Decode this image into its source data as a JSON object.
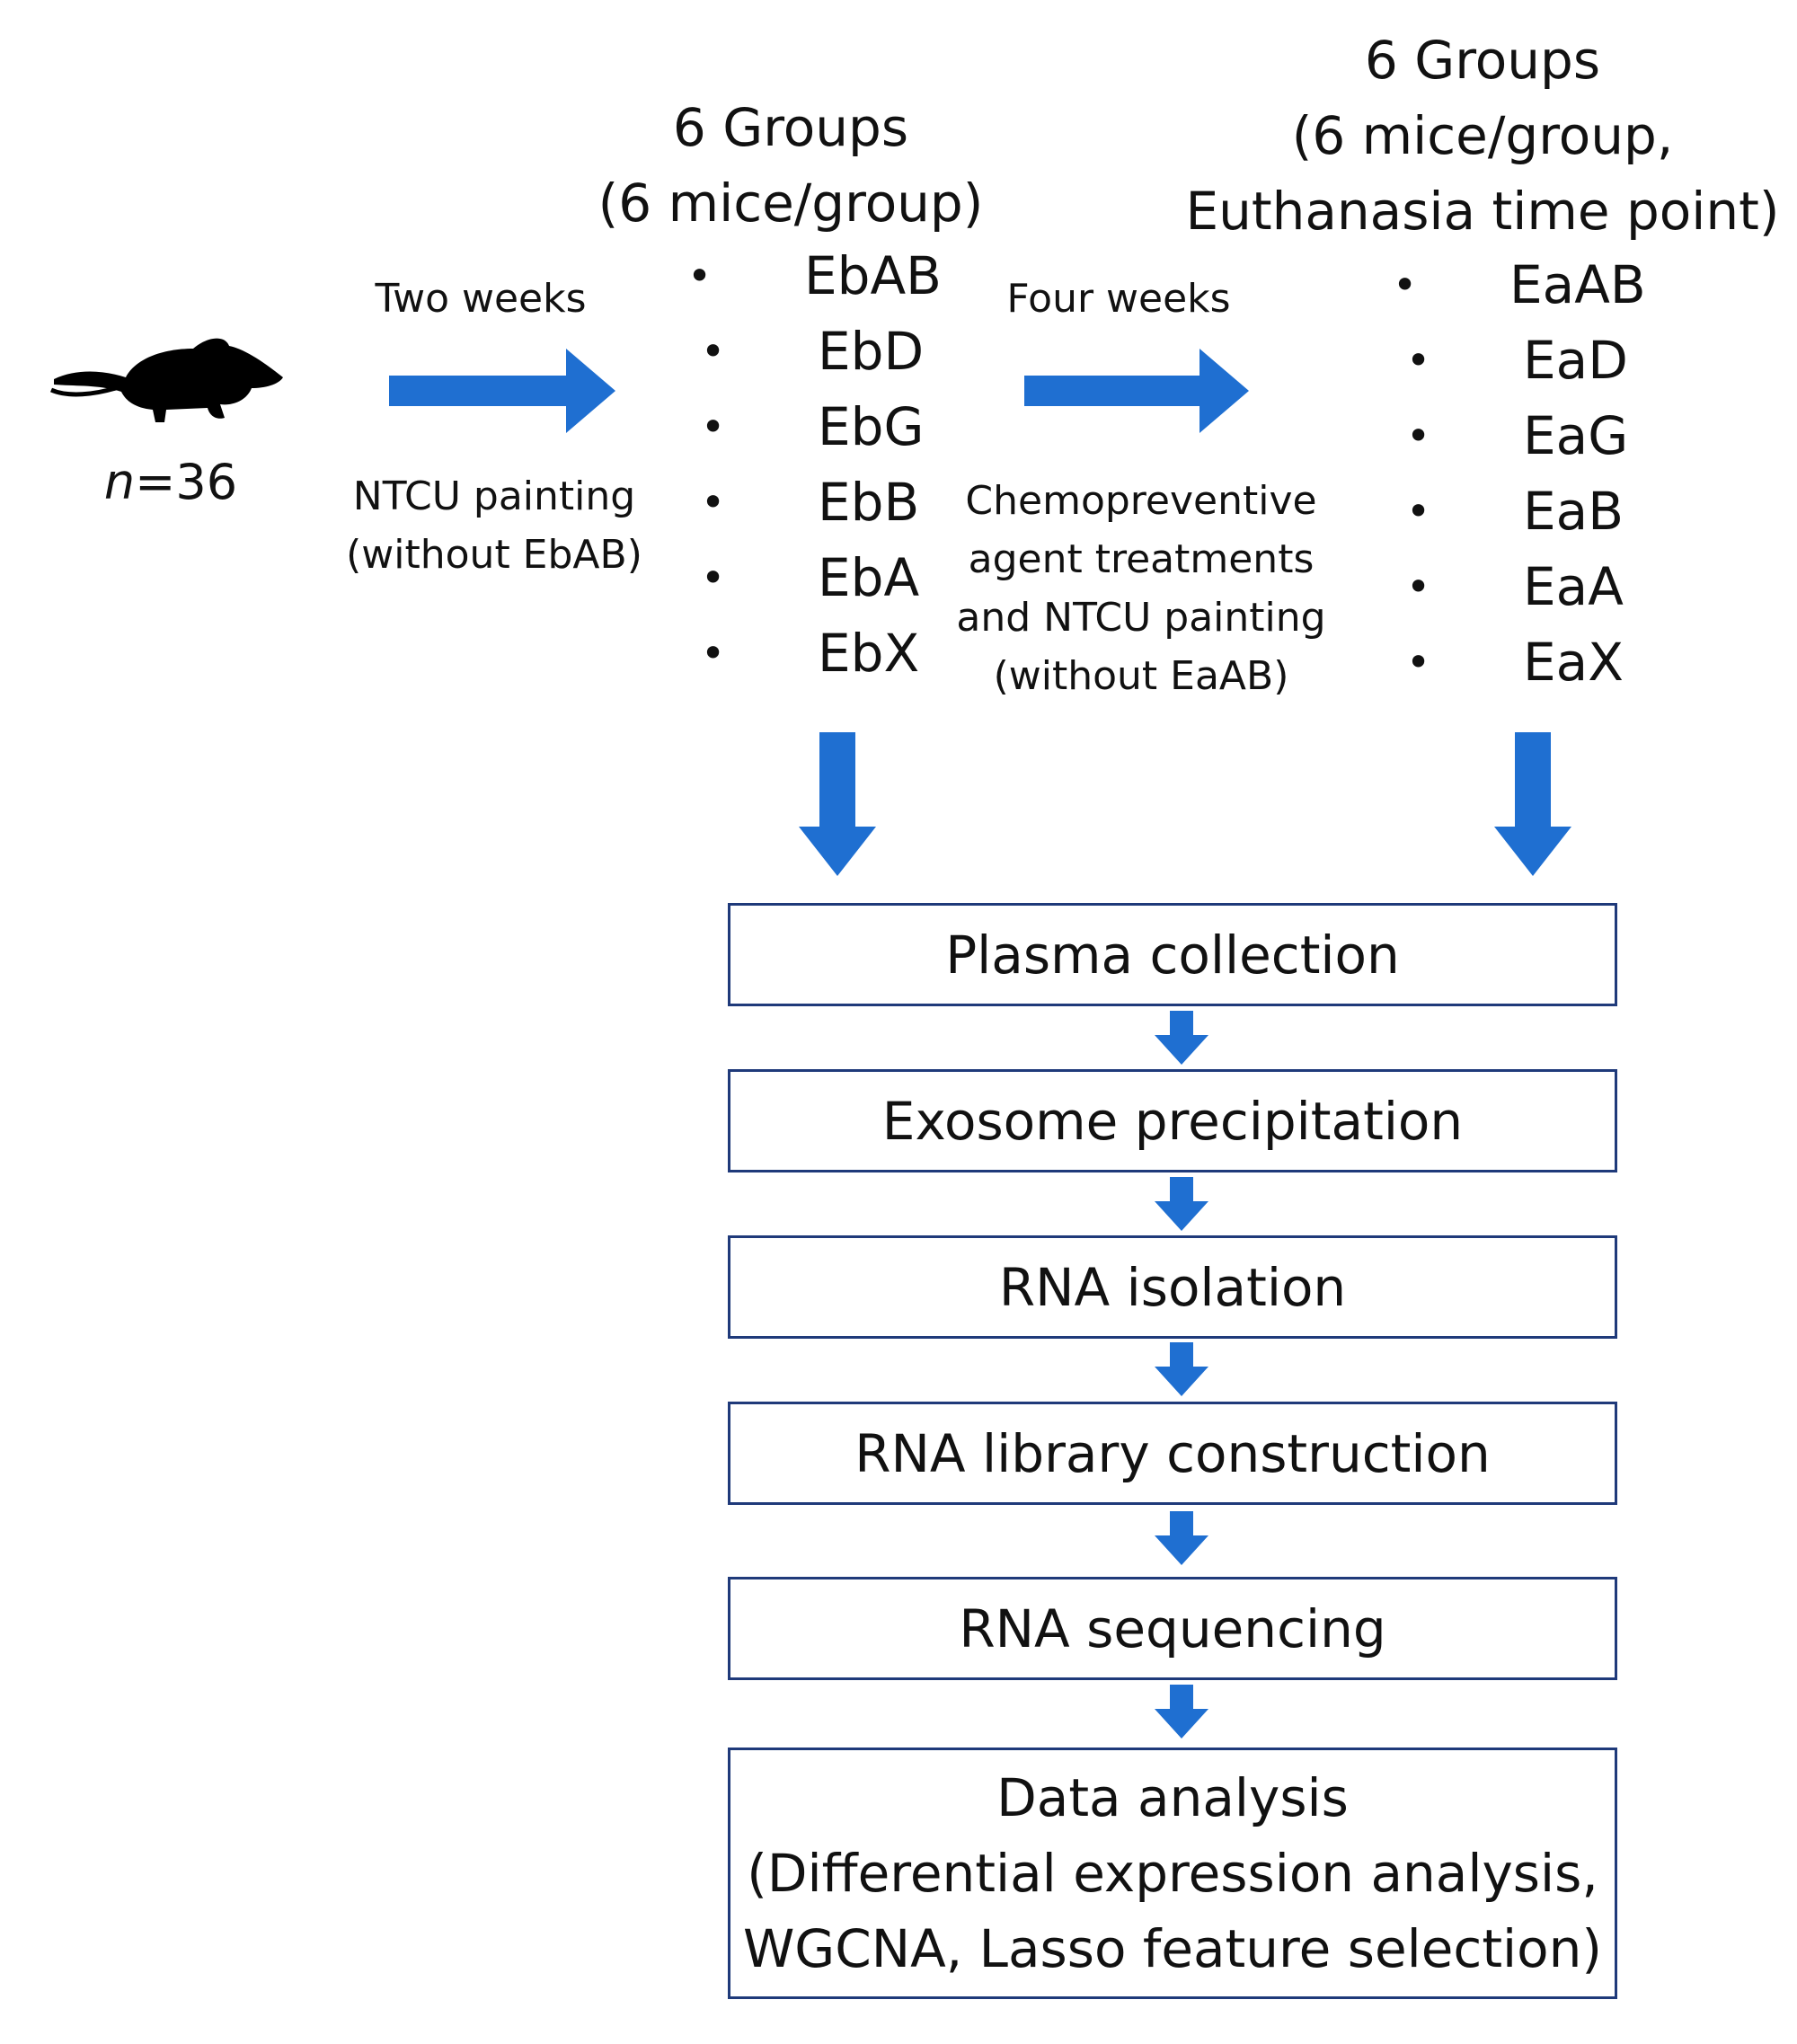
{
  "mouse": {
    "icon": "mouse-silhouette-icon",
    "n_prefix": "n",
    "n_value": "=36"
  },
  "step1": {
    "top_label": "Two weeks",
    "bottom_label_line1": "NTCU painting",
    "bottom_label_line2": "(without EbAB)"
  },
  "groups_before": {
    "title_line1": "6 Groups",
    "title_line2": "(6 mice/group)",
    "items": [
      "EbAB",
      "EbD",
      "EbG",
      "EbB",
      "EbA",
      "EbX"
    ]
  },
  "step2": {
    "top_label": "Four weeks",
    "bottom_lines": [
      "Chemopreventive",
      "agent treatments",
      "and NTCU painting",
      "(without EaAB)"
    ]
  },
  "groups_after": {
    "title_line1": "6 Groups",
    "title_line2": "(6 mice/group,",
    "title_line3": "Euthanasia time point)",
    "items": [
      "EaAB",
      "EaD",
      "EaG",
      "EaB",
      "EaA",
      "EaX"
    ]
  },
  "pipeline": {
    "steps": [
      "Plasma collection",
      "Exosome precipitation",
      "RNA isolation",
      "RNA library construction",
      "RNA sequencing"
    ],
    "final_lines": [
      "Data analysis",
      "(Differential expression analysis,",
      "WGCNA, Lasso feature selection)"
    ]
  },
  "colors": {
    "arrow": "#1f6fd1",
    "box_border": "#1f3a7a",
    "text": "#111111"
  }
}
